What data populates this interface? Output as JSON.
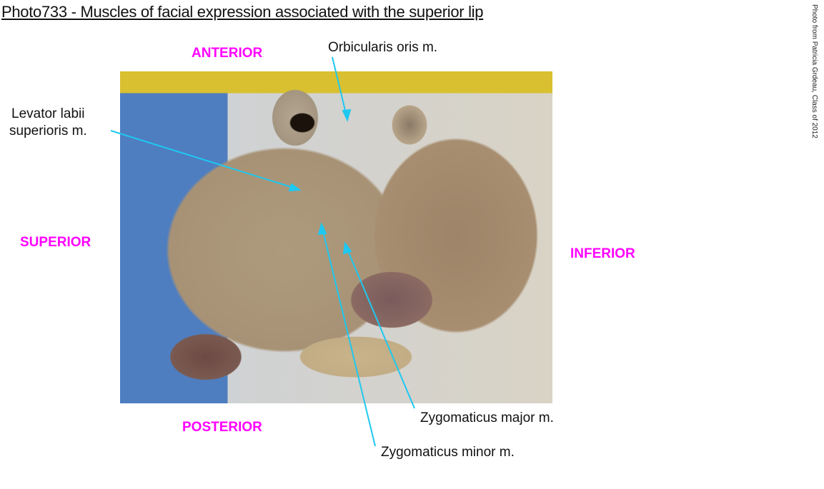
{
  "title": "Photo733 - Muscles of facial expression associated with the superior lip",
  "credit": "Photo from Patricia Grdeau, Class of 2012",
  "orientation": {
    "anterior": "ANTERIOR",
    "superior": "SUPERIOR",
    "inferior": "INFERIOR",
    "posterior": "POSTERIOR"
  },
  "labels": {
    "orbicularis": "Orbicularis oris m.",
    "levator_line1": "Levator labii",
    "levator_line2": "superioris m.",
    "zyg_major": "Zygomaticus major m.",
    "zyg_minor": "Zygomaticus minor  m."
  },
  "colors": {
    "orientation": "#ff00ff",
    "leader": "#1ec8f0"
  }
}
